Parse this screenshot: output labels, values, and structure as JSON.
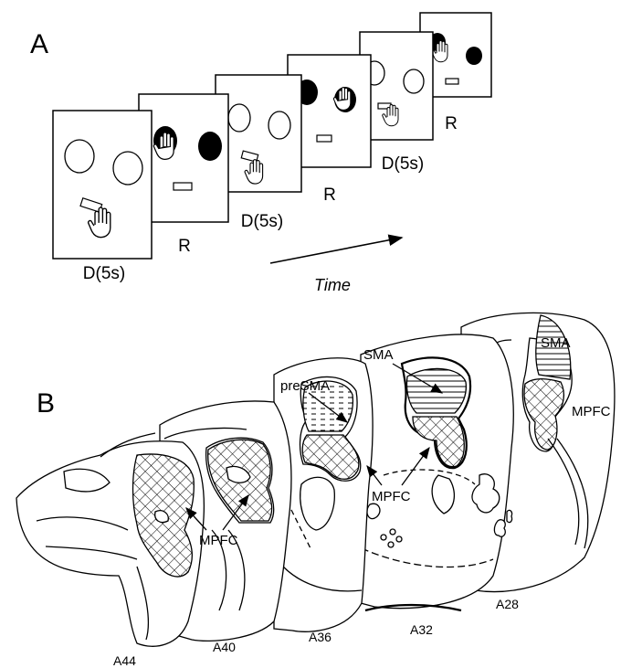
{
  "panel_a": {
    "label": "A",
    "frames": [
      {
        "label": "D(5s)"
      },
      {
        "label": "R"
      },
      {
        "label": "D(5s)"
      },
      {
        "label": "R"
      },
      {
        "label": "D(5s)"
      },
      {
        "label": "R"
      }
    ],
    "time_label": "Time"
  },
  "panel_b": {
    "label": "B",
    "regions": {
      "sma_left": "SMA",
      "sma_right": "SMA",
      "presma": "preSMA",
      "mpfc_1": "MPFC",
      "mpfc_2": "MPFC",
      "mpfc_3": "MPFC"
    },
    "levels": [
      "A44",
      "A40",
      "A36",
      "A32",
      "A28"
    ]
  },
  "colors": {
    "ink": "#000000",
    "paper": "#ffffff"
  }
}
